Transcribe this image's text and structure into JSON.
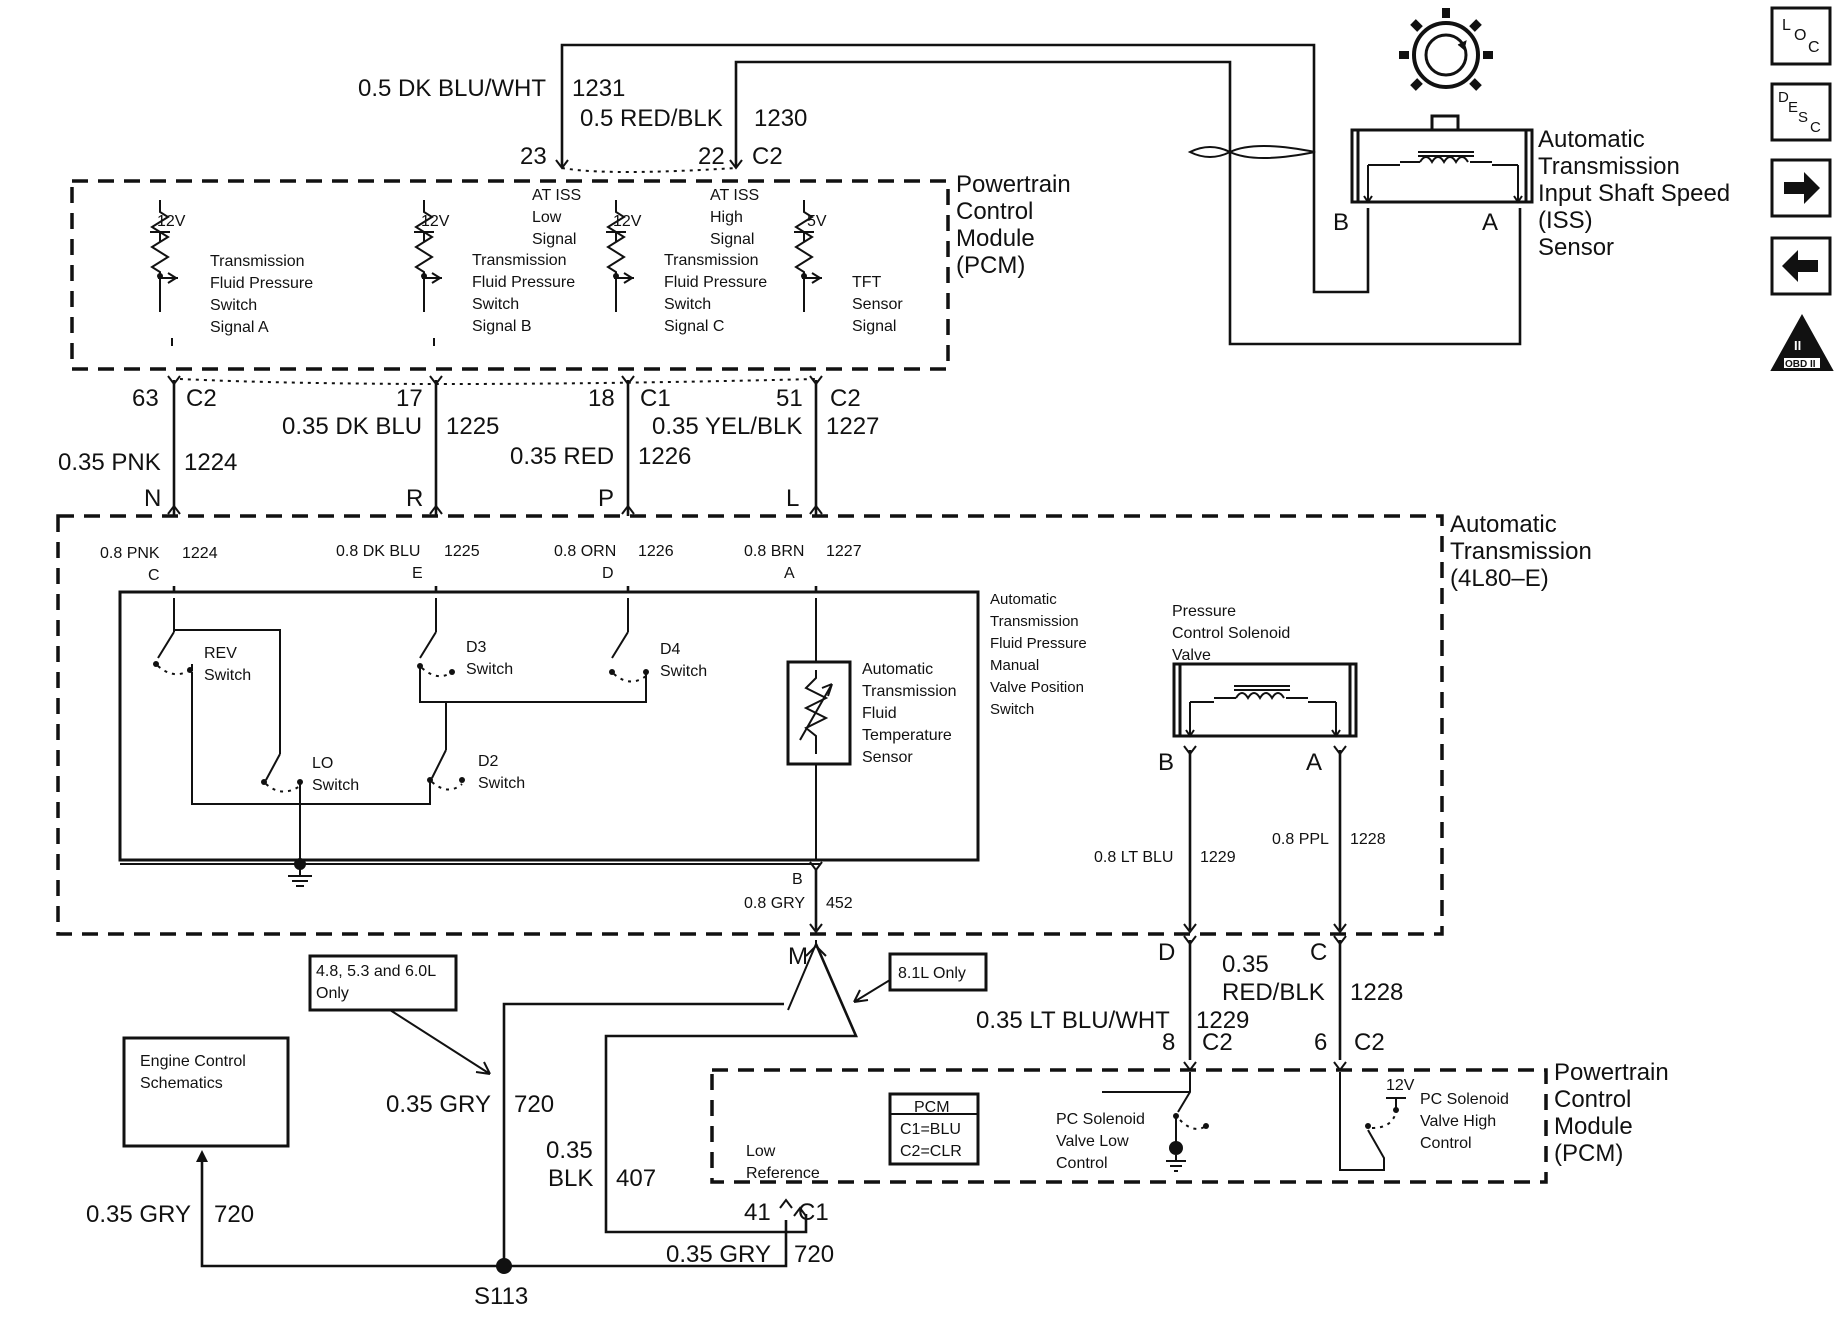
{
  "pcm_top": {
    "title": [
      "Powertrain",
      "Control",
      "Module",
      "(PCM)"
    ],
    "iss_low": [
      "AT ISS",
      "Low",
      "Signal"
    ],
    "iss_high": [
      "AT ISS",
      "High",
      "Signal"
    ],
    "tfp_a": [
      "Transmission",
      "Fluid Pressure",
      "Switch",
      "Signal A"
    ],
    "tfp_b": [
      "Transmission",
      "Fluid Pressure",
      "Switch",
      "Signal B"
    ],
    "tfp_c": [
      "Transmission",
      "Fluid Pressure",
      "Switch",
      "Signal C"
    ],
    "tft": [
      "TFT",
      "Sensor",
      "Signal"
    ],
    "v12": "12V",
    "v5": "5V"
  },
  "iss_sensor": {
    "title": [
      "Automatic",
      "Transmission",
      "Input Shaft Speed",
      "(ISS)",
      "Sensor"
    ],
    "pin_b": "B",
    "pin_a": "A"
  },
  "wires_top": {
    "w1231": {
      "gauge": "0.5 DK BLU/WHT",
      "circuit": "1231",
      "pin": "23"
    },
    "w1230": {
      "gauge": "0.5 RED/BLK",
      "circuit": "1230",
      "pin": "22",
      "conn": "C2"
    }
  },
  "wires_mid": {
    "w1224": {
      "pin": "63",
      "conn": "C2",
      "gauge": "0.35 PNK",
      "circuit": "1224",
      "letter": "N"
    },
    "w1225": {
      "pin": "17",
      "gauge": "0.35 DK BLU",
      "circuit": "1225",
      "letter": "R"
    },
    "w1226": {
      "pin": "18",
      "conn": "C1",
      "gauge": "0.35 RED",
      "circuit": "1226",
      "letter": "P"
    },
    "w1227": {
      "pin": "51",
      "conn": "C2",
      "gauge": "0.35 YEL/BLK",
      "circuit": "1227",
      "letter": "L"
    }
  },
  "transmission": {
    "title": [
      "Automatic",
      "Transmission",
      "(4L80–E)"
    ],
    "w1": {
      "gauge": "0.8 PNK",
      "circuit": "1224",
      "pin": "C"
    },
    "w2": {
      "gauge": "0.8 DK BLU",
      "circuit": "1225",
      "pin": "E"
    },
    "w3": {
      "gauge": "0.8 ORN",
      "circuit": "1226",
      "pin": "D"
    },
    "w4": {
      "gauge": "0.8 BRN",
      "circuit": "1227",
      "pin": "A"
    },
    "rev": [
      "REV",
      "Switch"
    ],
    "d3": [
      "D3",
      "Switch"
    ],
    "d4": [
      "D4",
      "Switch"
    ],
    "lo": [
      "LO",
      "Switch"
    ],
    "d2": [
      "D2",
      "Switch"
    ],
    "tft_sensor": [
      "Automatic",
      "Transmission",
      "Fluid",
      "Temperature",
      "Sensor"
    ],
    "manual_valve": [
      "Automatic",
      "Transmission",
      "Fluid Pressure",
      "Manual",
      "Valve Position",
      "Switch"
    ],
    "pc_valve": [
      "Pressure",
      "Control Solenoid",
      "Valve"
    ],
    "pc_pin_b": "B",
    "pc_pin_a": "A",
    "w1229": {
      "gauge": "0.8 LT BLU",
      "circuit": "1229"
    },
    "w1228": {
      "gauge": "0.8 PPL",
      "circuit": "1228"
    },
    "w452": {
      "pin": "B",
      "gauge": "0.8 GRY",
      "circuit": "452"
    }
  },
  "bottom": {
    "m_pin": "M",
    "note_48": [
      "4.8, 5.3 and 6.0L",
      "Only"
    ],
    "note_81": "8.1L Only",
    "ecs": [
      "Engine Control",
      "Schematics"
    ],
    "w720a": {
      "gauge": "0.35 GRY",
      "circuit": "720"
    },
    "w407": {
      "gauge1": "0.35",
      "gauge2": "BLK",
      "circuit": "407"
    },
    "w720b": {
      "gauge": "0.35 GRY",
      "circuit": "720"
    },
    "w720c": {
      "gauge": "0.35 GRY",
      "circuit": "720"
    },
    "pin41": "41",
    "c1": "C1",
    "splice": "S113",
    "d_pin": "D",
    "c_pin": "C",
    "w1228b": {
      "gauge1": "0.35",
      "gauge2": "RED/BLK",
      "circuit": "1228",
      "pin": "6",
      "conn": "C2"
    },
    "w1229b": {
      "gauge": "0.35 LT BLU/WHT",
      "circuit": "1229",
      "pin": "8",
      "conn": "C2"
    }
  },
  "pcm_bottom": {
    "title": [
      "Powertrain",
      "Control",
      "Module",
      "(PCM)"
    ],
    "low_ref": [
      "Low",
      "Reference"
    ],
    "legend": [
      "PCM",
      "C1=BLU",
      "C2=CLR"
    ],
    "pc_low": [
      "PC Solenoid",
      "Valve Low",
      "Control"
    ],
    "pc_high": [
      "PC Solenoid",
      "Valve High",
      "Control"
    ],
    "v12": "12V"
  },
  "nav": {
    "loc": {
      "top": "L",
      "mid": "O",
      "bot": "C"
    },
    "desc": {
      "a": "D",
      "b": "E",
      "c": "S",
      "d": "C"
    },
    "next": "right-arrow-icon",
    "prev": "left-arrow-icon",
    "obd": {
      "num": "II",
      "label": "OBD II"
    }
  }
}
